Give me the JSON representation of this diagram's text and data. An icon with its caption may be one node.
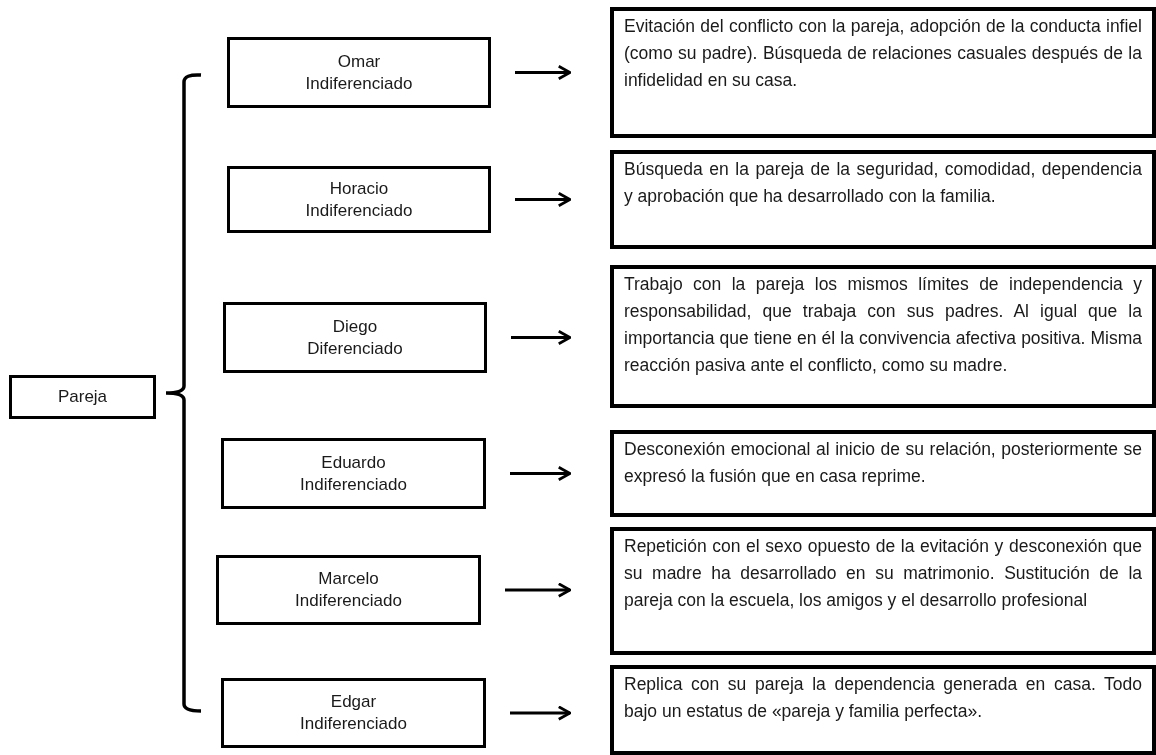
{
  "diagram": {
    "nodes": [
      {
        "text": [
          "Pareja"
        ]
      },
      {
        "text": [
          "Omar",
          "Indiferenciado"
        ]
      },
      {
        "text": [
          "Horacio",
          "Indiferenciado"
        ]
      },
      {
        "text": [
          "Diego",
          "Diferenciado"
        ]
      },
      {
        "text": [
          "Eduardo",
          "Indiferenciado"
        ]
      },
      {
        "text": [
          "Marcelo",
          "Indiferenciado"
        ]
      },
      {
        "text": [
          "Edgar",
          "Indiferenciado"
        ]
      },
      {
        "text": [
          "Evitación del conflicto con la pareja, adopción de la conducta infiel (como su padre). Búsqueda de relaciones casuales después de la infidelidad en su casa."
        ]
      },
      {
        "text": [
          "Búsqueda en la pareja de la seguridad, comodidad, dependencia y aprobación que ha desarrollado con la familia."
        ]
      },
      {
        "text": [
          "Trabajo con la pareja los mismos límites de independencia y responsabilidad, que trabaja con sus padres. Al igual que la importancia que tiene en él la convivencia afectiva positiva. Misma reacción pasiva ante el conflicto, como su madre."
        ]
      },
      {
        "text": [
          "Desconexión emocional al inicio de su relación, posteriormente se expresó la fusión que en casa reprime."
        ]
      },
      {
        "text": [
          "Repetición con el sexo opuesto de la evitación y desconexión que su madre ha desarrollado en su matrimonio. Sustitución de la pareja con la escuela, los amigos y el desarrollo profesional"
        ]
      },
      {
        "text": [
          "Replica con su pareja la dependencia generada en casa. Todo bajo un estatus de «pareja y familia perfecta»."
        ]
      }
    ],
    "edges": [
      {
        "from": 1,
        "to": 7,
        "arrow": "to"
      },
      {
        "from": 2,
        "to": 8,
        "arrow": "to"
      },
      {
        "from": 3,
        "to": 9,
        "arrow": "to"
      },
      {
        "from": 4,
        "to": 10,
        "arrow": "to"
      },
      {
        "from": 5,
        "to": 11,
        "arrow": "to"
      },
      {
        "from": 6,
        "to": 12,
        "arrow": "to"
      }
    ]
  }
}
